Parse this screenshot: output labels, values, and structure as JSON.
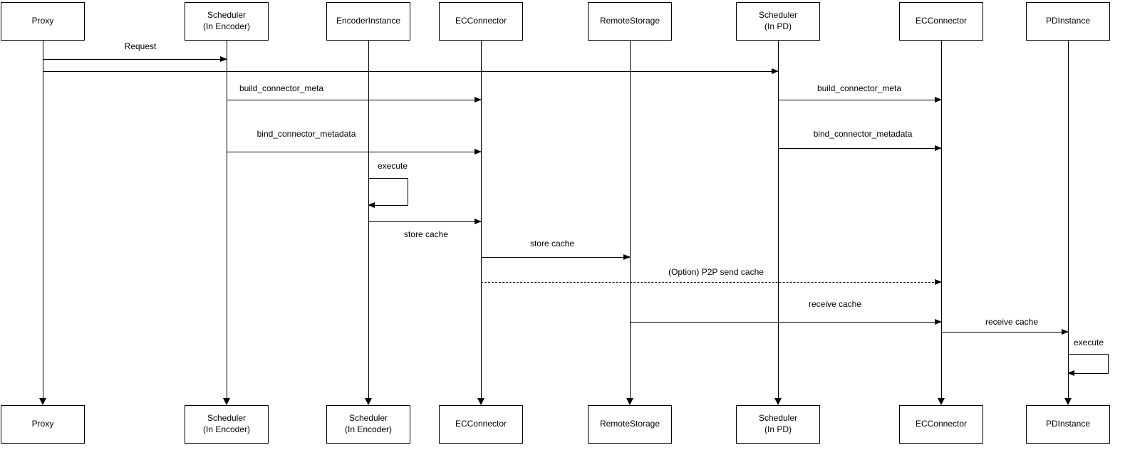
{
  "diagram": {
    "type": "sequence-diagram",
    "colors": {
      "line": "#000000",
      "background": "#ffffff",
      "box_fill": "#ffffff",
      "text": "#000000"
    },
    "actors_top": [
      "Proxy",
      "Scheduler\n(In Encoder)",
      "EncoderInstance",
      "ECConnector",
      "RemoteStorage",
      "Scheduler\n(In PD)",
      "ECConnector",
      "PDInstance"
    ],
    "actors_bottom": [
      "Proxy",
      "Scheduler\n(In Encoder)",
      "Scheduler\n(In Encoder)",
      "ECConnector",
      "RemoteStorage",
      "Scheduler\n(In PD)",
      "ECConnector",
      "PDInstance"
    ],
    "messages": [
      {
        "label": "Request",
        "from": "Proxy",
        "to": "Scheduler (In Encoder)",
        "style": "solid"
      },
      {
        "label": "",
        "from": "Proxy",
        "to": "Scheduler (In PD)",
        "style": "solid"
      },
      {
        "label": "build_connector_meta",
        "from": "Scheduler (In Encoder)",
        "to": "ECConnector",
        "style": "solid"
      },
      {
        "label": "build_connector_meta",
        "from": "Scheduler (In PD)",
        "to": "ECConnector",
        "style": "solid"
      },
      {
        "label": "bind_connector_metadata",
        "from": "Scheduler (In Encoder)",
        "to": "ECConnector",
        "style": "solid"
      },
      {
        "label": "bind_connector_metadata",
        "from": "Scheduler (In PD)",
        "to": "ECConnector",
        "style": "solid"
      },
      {
        "label": "execute",
        "from": "EncoderInstance",
        "to": "EncoderInstance",
        "style": "self"
      },
      {
        "label": "store cache",
        "from": "EncoderInstance",
        "to": "ECConnector",
        "style": "solid"
      },
      {
        "label": "store cache",
        "from": "ECConnector",
        "to": "RemoteStorage",
        "style": "solid"
      },
      {
        "label": "(Option) P2P send cache",
        "from": "ECConnector",
        "to": "ECConnector",
        "style": "dashed"
      },
      {
        "label": "receive cache",
        "from": "RemoteStorage",
        "to": "ECConnector",
        "style": "solid"
      },
      {
        "label": "receive cache",
        "from": "ECConnector",
        "to": "PDInstance",
        "style": "solid"
      },
      {
        "label": "execute",
        "from": "PDInstance",
        "to": "PDInstance",
        "style": "self"
      }
    ]
  }
}
